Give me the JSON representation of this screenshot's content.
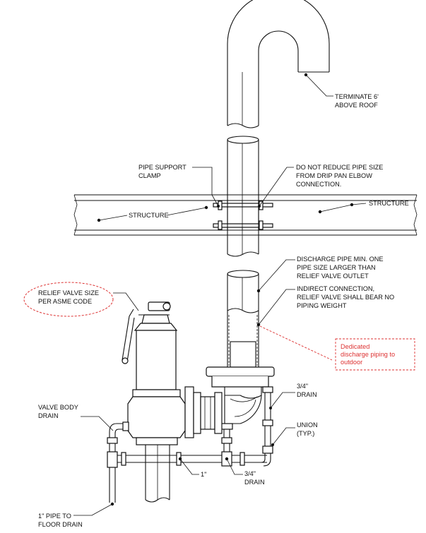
{
  "labels": {
    "terminate_line1": "TERMINATE 6'",
    "terminate_line2": "ABOVE ROOF",
    "pipe_support_line1": "PIPE SUPPORT",
    "pipe_support_line2": "CLAMP",
    "do_not_reduce_line1": "DO NOT REDUCE PIPE SIZE",
    "do_not_reduce_line2": "FROM DRIP PAN ELBOW",
    "do_not_reduce_line3": "CONNECTION.",
    "structure_left": "STRUCTURE",
    "structure_right": "STRUCTURE",
    "discharge_line1": "DISCHARGE PIPE MIN. ONE",
    "discharge_line2": "PIPE SIZE LARGER THAN",
    "discharge_line3": "RELIEF VALVE OUTLET",
    "indirect_line1": "INDIRECT CONNECTION,",
    "indirect_line2": "RELIEF VALVE SHALL BEAR NO",
    "indirect_line3": "PIPING WEIGHT",
    "relief_size_line1": "RELIEF VALVE SIZE",
    "relief_size_line2": "PER ASME CODE",
    "dedicated_line1": "Dedicated",
    "dedicated_line2": "discharge piping to",
    "dedicated_line3": "outdoor",
    "drain_34_top_line1": "3/4\"",
    "drain_34_top_line2": "DRAIN",
    "union_line1": "UNION",
    "union_line2": "(TYP.)",
    "valve_body_line1": "VALVE BODY",
    "valve_body_line2": "DRAIN",
    "one_inch": "1\"",
    "drain_34_bottom_line1": "3/4\"",
    "drain_34_bottom_line2": "DRAIN",
    "floor_drain_line1": "1\" PIPE TO",
    "floor_drain_line2": "FLOOR DRAIN"
  },
  "colors": {
    "line": "#111111",
    "annotation_red": "#dd3333",
    "background": "#ffffff"
  }
}
